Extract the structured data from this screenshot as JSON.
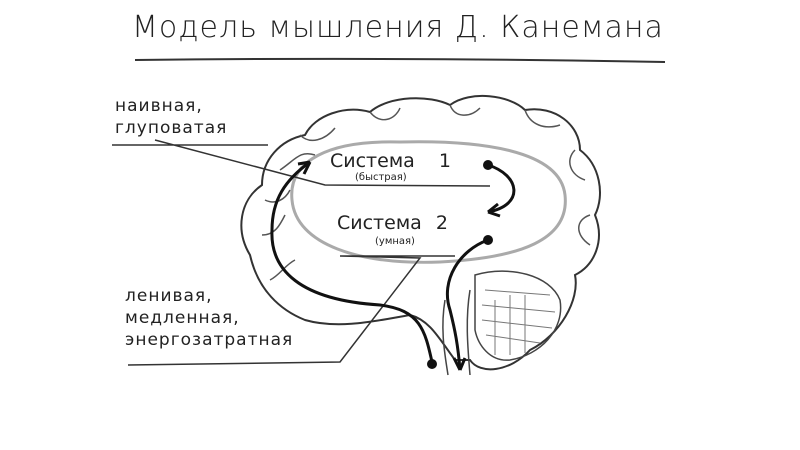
{
  "title": "Модель мышления Д. Канемана",
  "labels": {
    "naive": [
      "наивная,",
      "глуповатая"
    ],
    "lazy": [
      "ленивая,",
      "медленная,",
      "энергозатратная"
    ]
  },
  "systems": [
    {
      "name": "Система",
      "number": "1",
      "subtitle": "(быстрая)"
    },
    {
      "name": "Система",
      "number": "2",
      "subtitle": "(умная)"
    }
  ]
}
